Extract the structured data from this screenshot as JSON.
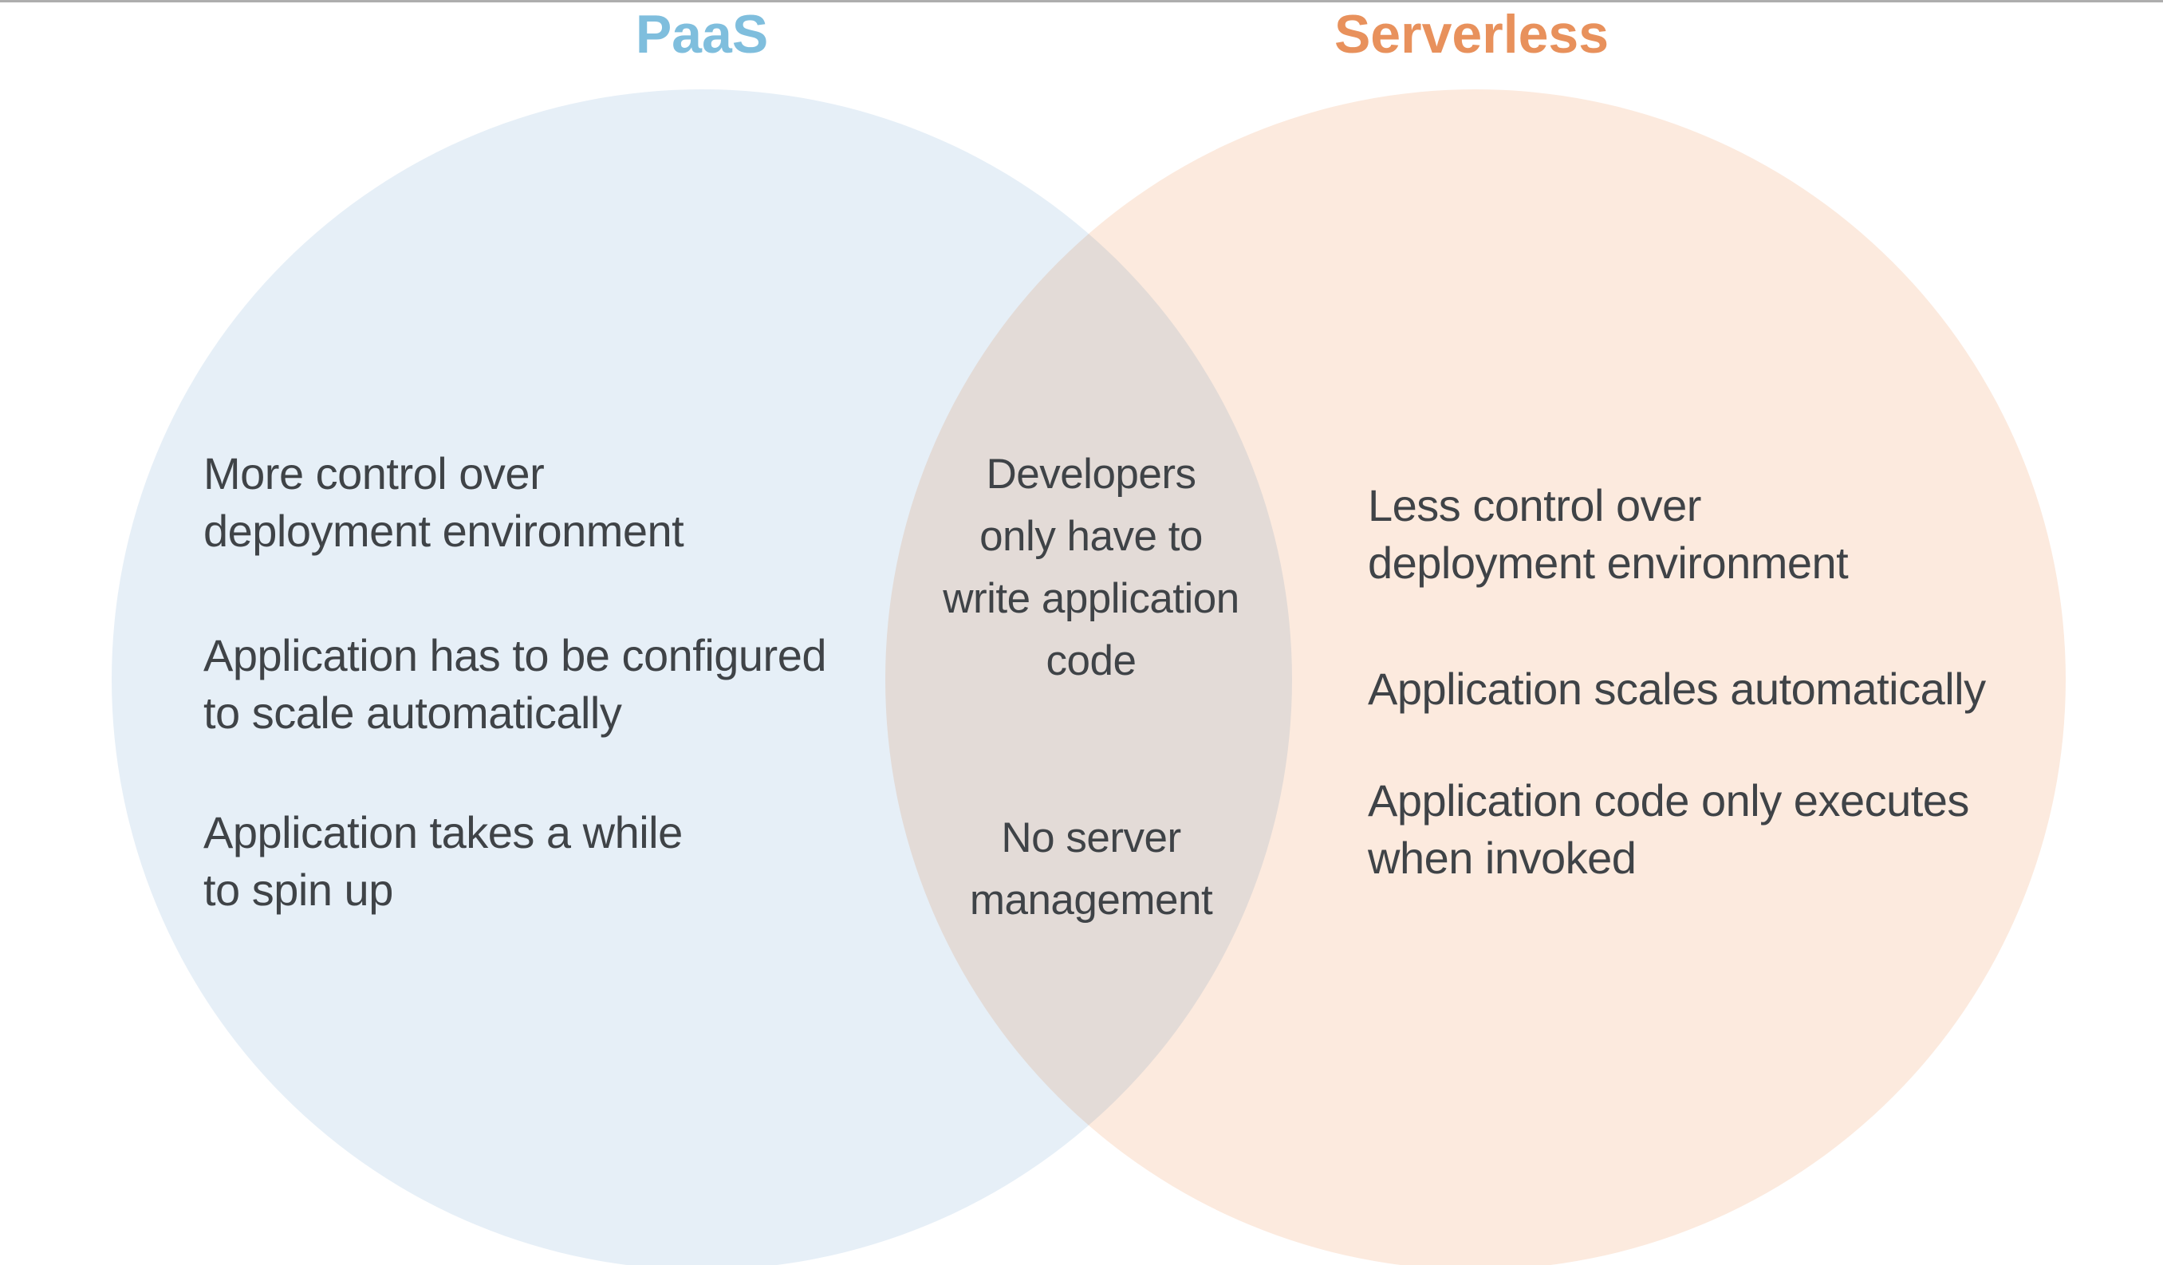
{
  "diagram": {
    "type": "venn",
    "left": {
      "title": "PaaS",
      "title_color": "#7fbedd",
      "fill_color": "#e6eff7",
      "items": [
        {
          "lines": [
            "More control over",
            "deployment environment"
          ]
        },
        {
          "lines": [
            "Application has to be configured",
            "to scale automatically"
          ]
        },
        {
          "lines": [
            "Application takes a while",
            "to spin up"
          ]
        }
      ]
    },
    "right": {
      "title": "Serverless",
      "title_color": "#e8915c",
      "fill_color": "#fceade",
      "items": [
        {
          "lines": [
            "Less control over",
            "deployment environment"
          ]
        },
        {
          "lines": [
            "Application scales automatically"
          ]
        },
        {
          "lines": [
            "Application code only executes",
            "when invoked"
          ]
        }
      ]
    },
    "intersection": {
      "fill_color": "#e1dad5",
      "items": [
        {
          "lines": [
            "Developers",
            "only have to",
            "write application",
            "code"
          ]
        },
        {
          "lines": [
            "No server",
            "management"
          ]
        }
      ]
    },
    "text_color": "#3f4347",
    "top_rule_color": "#aeaeae"
  }
}
